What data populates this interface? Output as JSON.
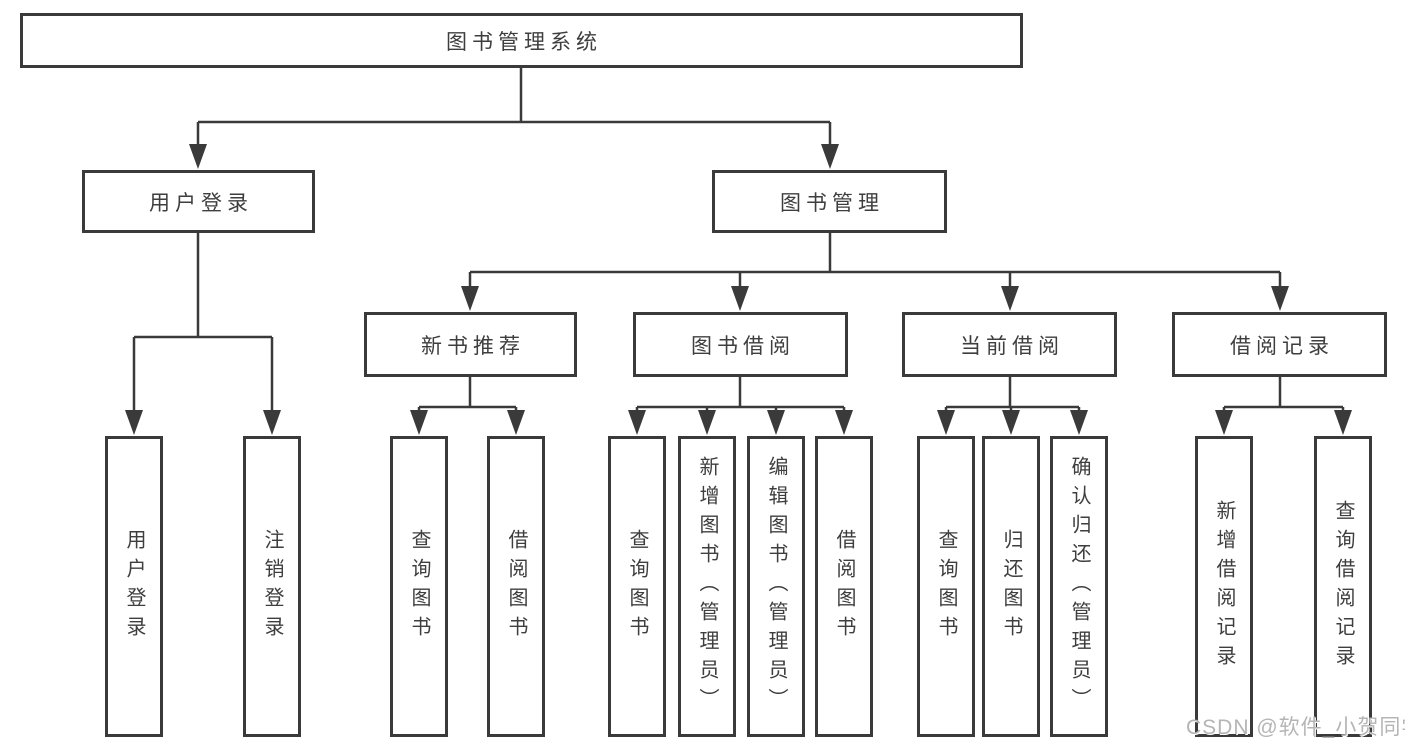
{
  "diagram": {
    "title": "图书管理系统",
    "branches": [
      {
        "label": "用户登录",
        "children": [
          "用户登录",
          "注销登录"
        ]
      },
      {
        "label": "图书管理",
        "groups": [
          {
            "label": "新书推荐",
            "children": [
              "查询图书",
              "借阅图书"
            ]
          },
          {
            "label": "图书借阅",
            "children": [
              "查询图书",
              "新增图书（管理员）",
              "编辑图书（管理员）",
              "借阅图书"
            ]
          },
          {
            "label": "当前借阅",
            "children": [
              "查询图书",
              "归还图书",
              "确认归还（管理员）"
            ]
          },
          {
            "label": "借阅记录",
            "children": [
              "新增借阅记录",
              "查询借阅记录"
            ]
          }
        ]
      }
    ]
  },
  "watermark": {
    "text": "CSDN @软件_小贺同学"
  },
  "colors": {
    "line": "#3a3a3a",
    "text": "#3e3e3e",
    "watermark": "#b5b5b5",
    "background": "#ffffff"
  }
}
